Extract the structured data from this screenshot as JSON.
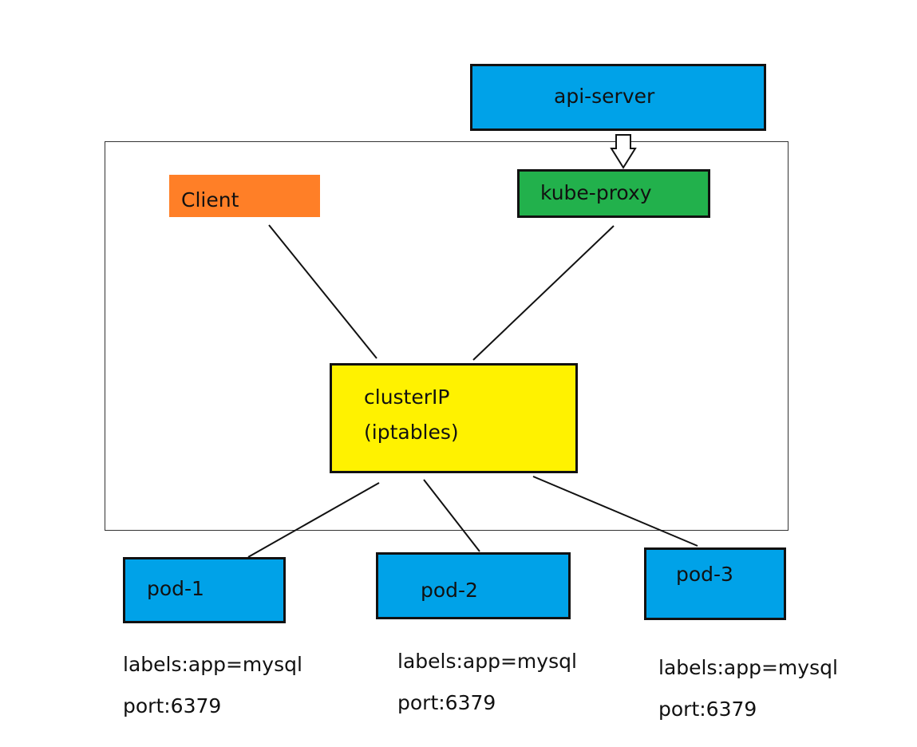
{
  "diagram": {
    "nodes": {
      "api_server": {
        "label": "api-server",
        "color": "#00a2e8"
      },
      "client": {
        "label": "Client",
        "color": "#ff7f27"
      },
      "kube_proxy": {
        "label": "kube-proxy",
        "color": "#22b14c"
      },
      "clusterip": {
        "line1": "clusterIP",
        "line2": "(iptables)",
        "color": "#fff200"
      },
      "pods": [
        {
          "label": "pod-1",
          "labels": "labels:app=mysql",
          "port": "port:6379",
          "color": "#00a2e8"
        },
        {
          "label": "pod-2",
          "labels": "labels:app=mysql",
          "port": "port:6379",
          "color": "#00a2e8"
        },
        {
          "label": "pod-3",
          "labels": "labels:app=mysql",
          "port": "port:6379",
          "color": "#00a2e8"
        }
      ]
    },
    "edges": [
      {
        "from": "api-server",
        "to": "kube-proxy",
        "style": "hollow-arrow"
      },
      {
        "from": "Client",
        "to": "clusterIP",
        "style": "line"
      },
      {
        "from": "kube-proxy",
        "to": "clusterIP",
        "style": "line"
      },
      {
        "from": "clusterIP",
        "to": "pod-1",
        "style": "line"
      },
      {
        "from": "clusterIP",
        "to": "pod-2",
        "style": "line"
      },
      {
        "from": "clusterIP",
        "to": "pod-3",
        "style": "line"
      }
    ]
  }
}
